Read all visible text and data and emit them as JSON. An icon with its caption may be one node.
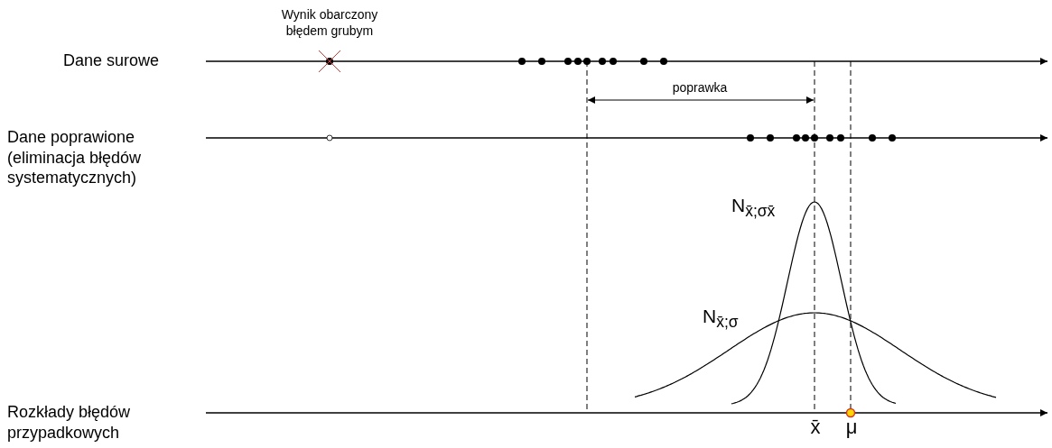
{
  "diagram": {
    "labels": [
      "Wynik obarczony błędem grubym",
      "Dane surowe",
      "poprawka",
      "Dane poprawione (eliminacja błędów systematycznych)",
      "N$_{x̄;σx̄}$",
      "N$_{x̄;σ}$",
      "Rozkłady błędów przypadkowych",
      "x̄",
      "μ"
    ]
  }
}
